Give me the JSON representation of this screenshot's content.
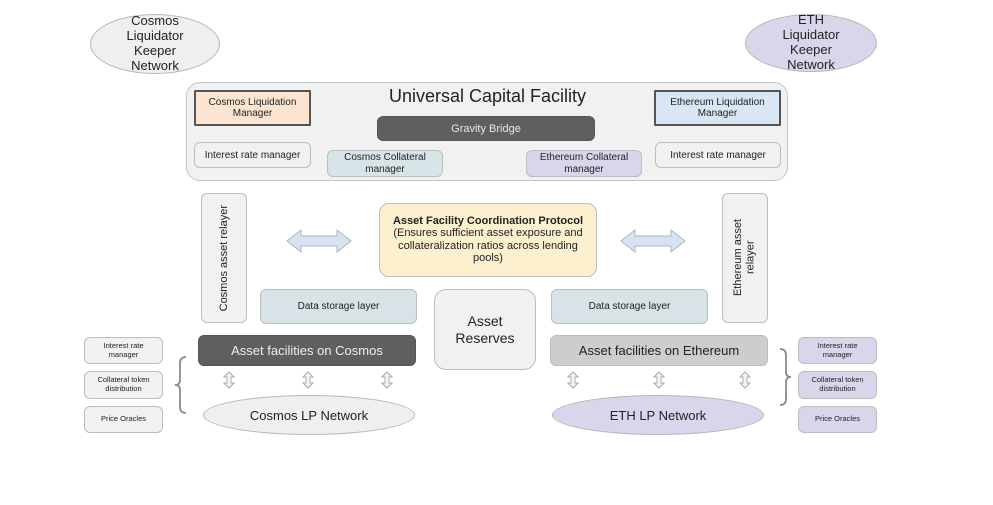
{
  "colors": {
    "cosmos_orange": "#fbe5d0",
    "ethereum_blue": "#d9e6f3",
    "collateral_cosmos": "#d7e5e8",
    "ethereum_purple": "#d9d6ec",
    "dark_gray": "#5f5f5f",
    "mid_gray": "#cdcdcd",
    "light_gray": "#f1f1f1",
    "protocol_yellow": "#fdf0cf",
    "storage_blue": "#d7e3e7",
    "arrow_blue": "#d5e3f2"
  },
  "keepers": {
    "cosmos": "Cosmos\nLiquidator\nKeeper\nNetwork",
    "eth": "ETH\nLiquidator\nKeeper\nNetwork"
  },
  "ucf": {
    "title": "Universal Capital Facility",
    "cosmos_liquidation_manager": "Cosmos Liquidation\nManager",
    "ethereum_liquidation_manager": "Ethereum Liquidation\nManager",
    "gravity_bridge": "Gravity Bridge",
    "cosmos_interest_rate_manager": "Interest rate manager",
    "ethereum_interest_rate_manager": "Interest rate manager",
    "cosmos_collateral_manager": "Cosmos Collateral\nmanager",
    "ethereum_collateral_manager": "Ethereum Collateral\nmanager"
  },
  "middle": {
    "cosmos_relayer": "Cosmos asset relayer",
    "ethereum_relayer": "Ethereum asset\nrelayer",
    "protocol_title": "Asset Facility Coordination Protocol",
    "protocol_desc": "(Ensures sufficient asset exposure and\ncollateralization ratios across lending\npools)",
    "cosmos_storage": "Data storage layer",
    "ethereum_storage": "Data storage layer",
    "asset_reserves": "Asset\nReserves"
  },
  "bottom": {
    "cosmos_facilities": "Asset facilities on Cosmos",
    "ethereum_facilities": "Asset facilities on Ethereum",
    "cosmos_lp": "Cosmos LP Network",
    "eth_lp": "ETH LP Network",
    "cosmos_side": [
      "Interest rate\nmanager",
      "Collateral token\ndistribution",
      "Price Oracles"
    ],
    "ethereum_side": [
      "Interest rate\nmanager",
      "Collateral token\ndistribution",
      "Price Oracles"
    ]
  }
}
